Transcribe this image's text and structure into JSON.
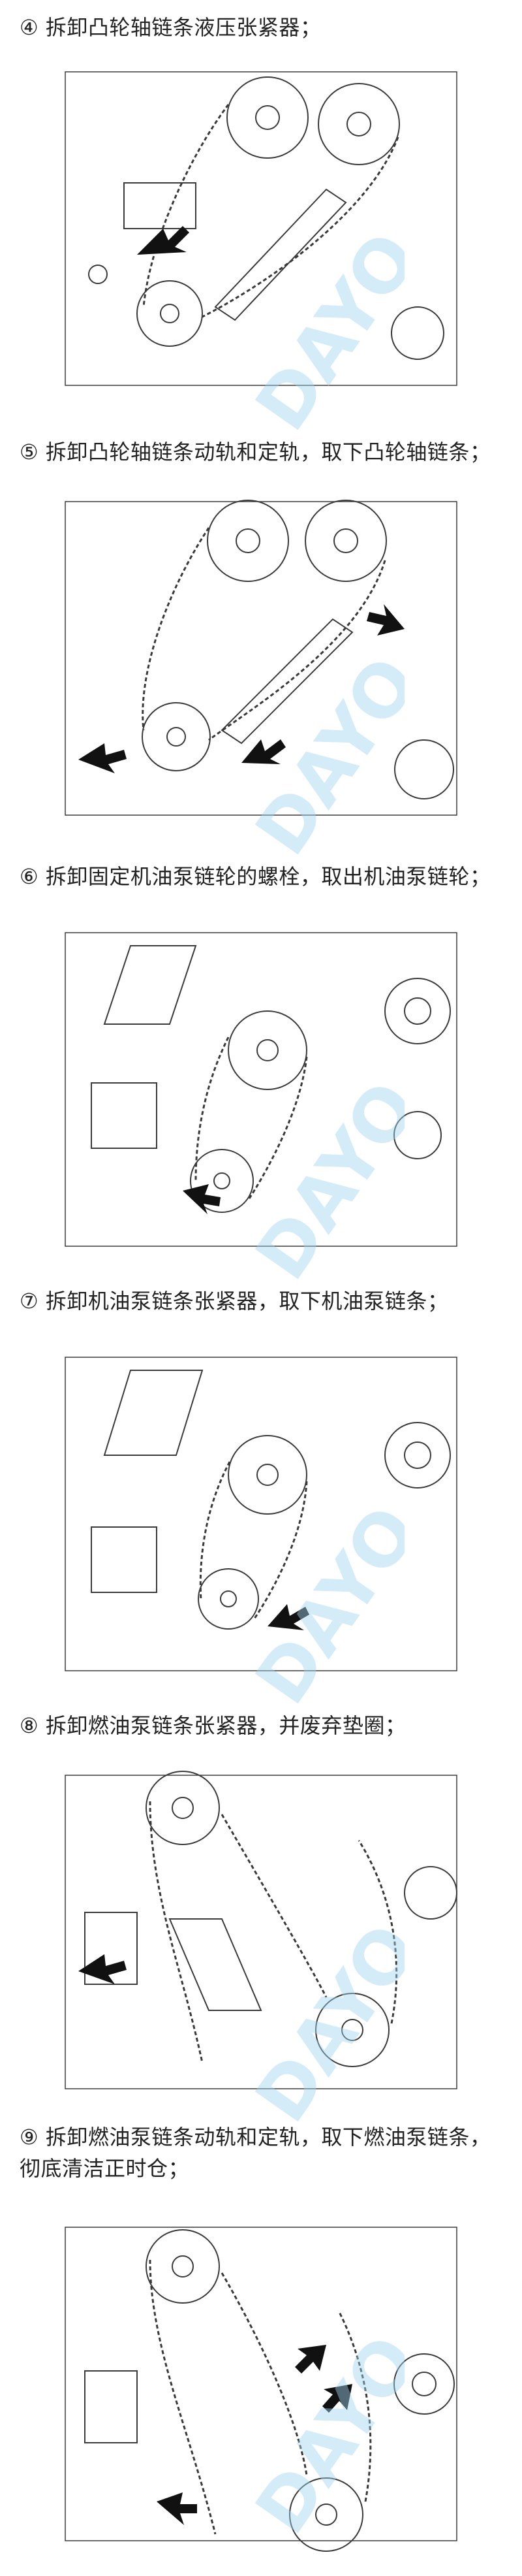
{
  "steps": [
    {
      "text": "④ 拆卸凸轮轴链条液压张紧器；"
    },
    {
      "text": "⑤ 拆卸凸轮轴链条动轨和定轨，取下凸轮轴链条；"
    },
    {
      "text": "⑥ 拆卸固定机油泵链轮的螺栓，取出机油泵链轮；"
    },
    {
      "text": "⑦ 拆卸机油泵链条张紧器，取下机油泵链条；"
    },
    {
      "text": "⑧ 拆卸燃油泵链条张紧器，并废弃垫圈；"
    },
    {
      "text": "⑨ 拆卸燃油泵链条动轨和定轨，取下燃油泵链条，彻底清洁正时仓；"
    }
  ],
  "colors": {
    "text": "#222222",
    "line_art": "#3a3a3a",
    "arrow": "#111111",
    "watermark": "#9fd3ef"
  },
  "watermark": {
    "text": "DAYO"
  }
}
